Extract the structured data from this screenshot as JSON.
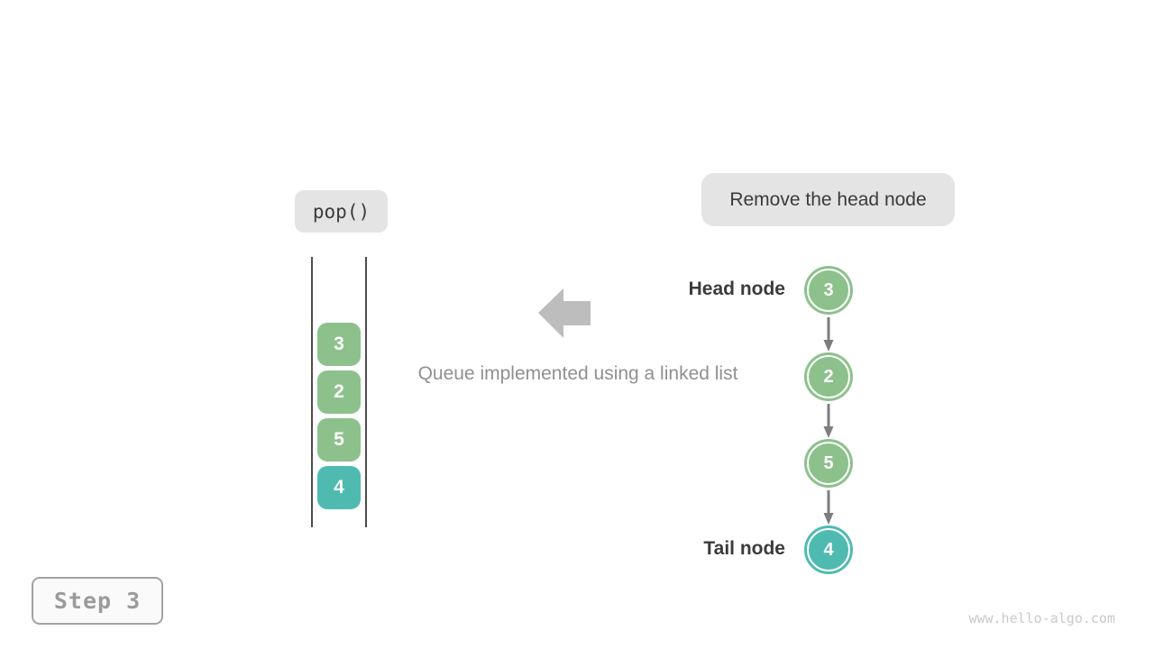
{
  "labels": {
    "operation": "pop()",
    "annotation": "Remove the head node",
    "caption": "Queue implemented using a linked list",
    "head_label": "Head node",
    "tail_label": "Tail node",
    "step": "Step 3",
    "watermark": "www.hello-algo.com"
  },
  "queue": {
    "items": [
      {
        "value": "3",
        "color": "#8cc18c"
      },
      {
        "value": "2",
        "color": "#8cc18c"
      },
      {
        "value": "5",
        "color": "#8cc18c"
      },
      {
        "value": "4",
        "color": "#4fbbb0"
      }
    ]
  },
  "linked_list": {
    "nodes": [
      {
        "value": "3",
        "color": "#8cc18c",
        "role": "head"
      },
      {
        "value": "2",
        "color": "#8cc18c",
        "role": ""
      },
      {
        "value": "5",
        "color": "#8cc18c",
        "role": ""
      },
      {
        "value": "4",
        "color": "#4fbbb0",
        "role": "tail"
      }
    ]
  },
  "colors": {
    "pill_background": "#e4e4e4",
    "green_node": "#8cc18c",
    "teal_node": "#4fbbb0",
    "link_arrow": "#7d7d7d",
    "big_arrow": "#bdbdbd",
    "stack_line": "#4d4d4d",
    "text_dark": "#3b3b3b",
    "text_gray": "#909090"
  }
}
